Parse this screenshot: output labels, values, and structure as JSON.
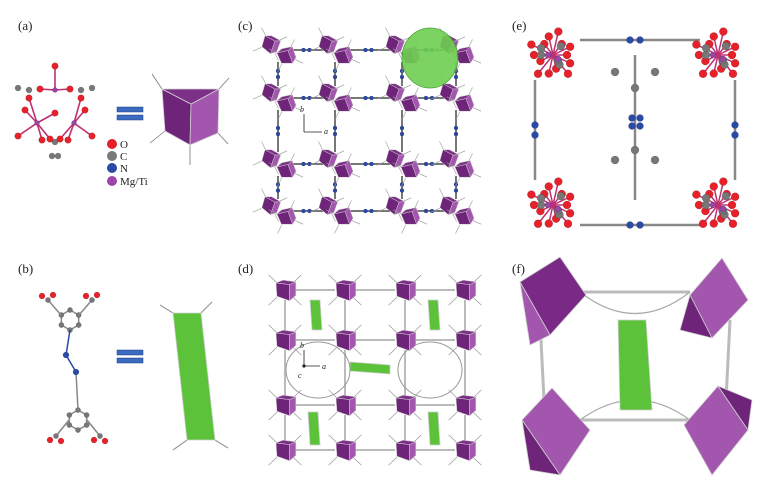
{
  "panel_labels": {
    "a": "(a)",
    "b": "(b)",
    "c": "(c)",
    "d": "(d)",
    "e": "(e)",
    "f": "(f)"
  },
  "legend": [
    {
      "label": "O",
      "color": "#e8202a"
    },
    {
      "label": "C",
      "color": "#7a7a7a"
    },
    {
      "label": "N",
      "color": "#2a4aa8"
    },
    {
      "label": "Mg/Ti",
      "color": "#9b45a8"
    }
  ],
  "axes_c": {
    "b": "b",
    "a": "a"
  },
  "axes_d": {
    "b": "b",
    "c": "c",
    "a": "a"
  },
  "colors": {
    "polyhedron_dark": "#6e2478",
    "polyhedron_light": "#a356ad",
    "linker": "#5cc23a",
    "equals": "#3a6bc0",
    "bond": "#9a9a9a"
  }
}
